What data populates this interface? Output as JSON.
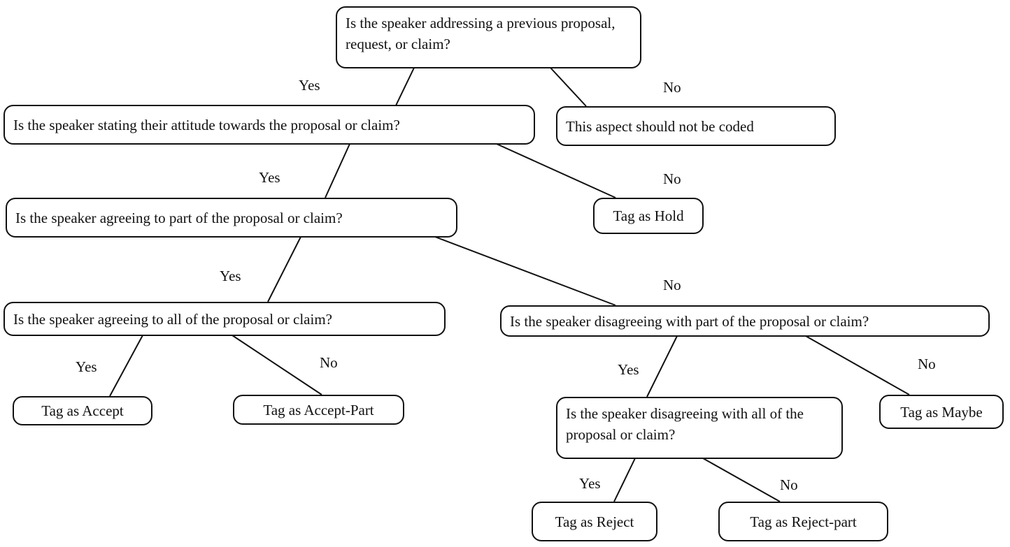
{
  "nodes": {
    "q_previous": "Is the speaker addressing a previous proposal, request, or claim?",
    "not_coded": "This aspect should not be coded",
    "q_attitude": "Is the speaker stating their attitude towards the proposal or claim?",
    "hold": "Tag as Hold",
    "q_agree_part": "Is the speaker agreeing to part of the proposal or claim?",
    "q_agree_all": "Is the speaker agreeing to all of the proposal or claim?",
    "q_disagree_part": "Is the speaker disagreeing with part of the proposal or claim?",
    "accept": "Tag as Accept",
    "accept_part": "Tag as Accept-Part",
    "q_disagree_all": "Is the speaker disagreeing with all of the proposal or claim?",
    "maybe": "Tag as Maybe",
    "reject": "Tag as Reject",
    "reject_part": "Tag as Reject-part"
  },
  "edges": {
    "previous_yes": "Yes",
    "previous_no": "No",
    "attitude_yes": "Yes",
    "attitude_no": "No",
    "agree_part_yes": "Yes",
    "agree_part_no": "No",
    "agree_all_yes": "Yes",
    "agree_all_no": "No",
    "disagree_part_yes": "Yes",
    "disagree_part_no": "No",
    "disagree_all_yes": "Yes",
    "disagree_all_no": "No"
  }
}
